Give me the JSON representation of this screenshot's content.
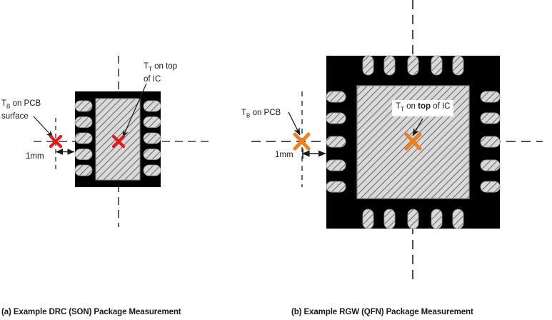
{
  "figure": {
    "background_color": "#ffffff",
    "package_body_color": "#000000",
    "pad_fill_color": "#d9d9d9",
    "hatch_color": "#6e6e6e",
    "centerline_color": "#3a3a3a",
    "marker_color_a": "#e01b1b",
    "marker_color_b": "#ef8022",
    "text_color": "#1a1a1a"
  },
  "panels": [
    {
      "id": "panel-a",
      "caption": "(a) Example DRC (SON) Package Measurement",
      "package_type": "DRC (SON)",
      "pins_per_side": 5,
      "pin_sides": [
        "left",
        "right"
      ],
      "marker_color": "#e01b1b",
      "labels": {
        "tb": {
          "main": "T",
          "sub": "B",
          "rest": " on PCB",
          "line2": "surface"
        },
        "tt": {
          "main": "T",
          "sub": "T",
          "rest": " on top",
          "line2": "of IC"
        },
        "dimension": "1mm"
      }
    },
    {
      "id": "panel-b",
      "caption": "(b) Example RGW (QFN) Package Measurement",
      "package_type": "RGW (QFN)",
      "pins_per_side": 5,
      "pin_sides": [
        "left",
        "right",
        "top",
        "bottom"
      ],
      "marker_color": "#ef8022",
      "labels": {
        "tb": {
          "main": "T",
          "sub": "B",
          "rest": " on PCB"
        },
        "tt": {
          "main": "T",
          "sub": "T",
          "rest_pre": " on ",
          "bold": "top",
          "rest_post": " of IC"
        },
        "dimension": "1mm"
      }
    }
  ]
}
